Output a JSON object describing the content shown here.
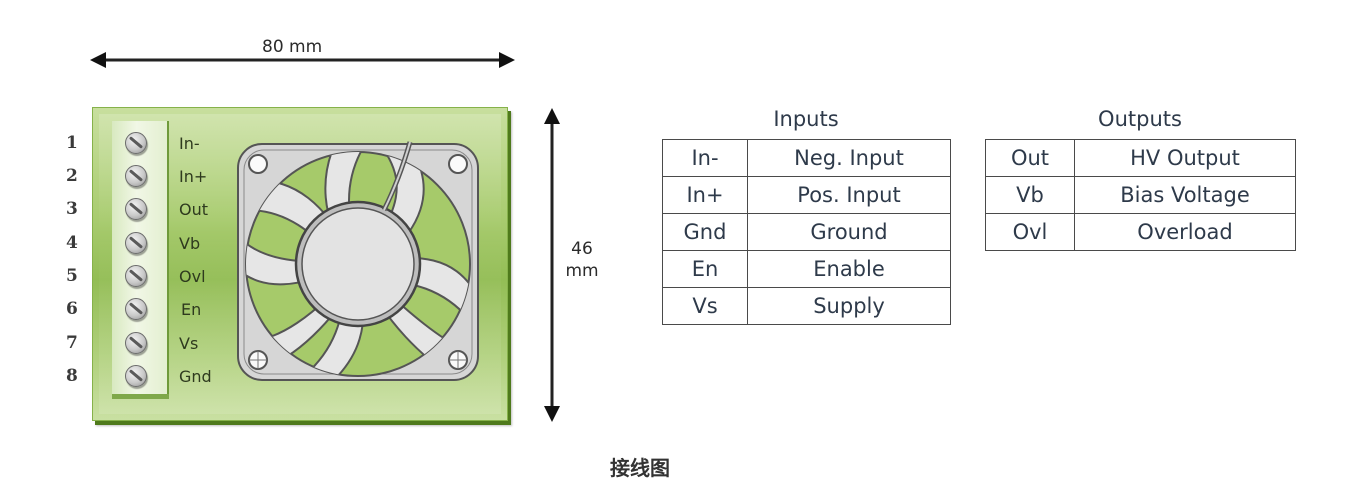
{
  "dimensions": {
    "width_label": "80 mm",
    "height_value": "46",
    "height_unit": "mm"
  },
  "pins": [
    {
      "number": "1",
      "label": "In-"
    },
    {
      "number": "2",
      "label": "In+"
    },
    {
      "number": "3",
      "label": "Out"
    },
    {
      "number": "4",
      "label": "Vb"
    },
    {
      "number": "5",
      "label": "Ovl"
    },
    {
      "number": "6",
      "label": "En"
    },
    {
      "number": "7",
      "label": "Vs"
    },
    {
      "number": "8",
      "label": "Gnd"
    }
  ],
  "inputs": {
    "title": "Inputs",
    "rows": [
      {
        "pin": "In-",
        "desc": "Neg. Input"
      },
      {
        "pin": "In+",
        "desc": "Pos. Input"
      },
      {
        "pin": "Gnd",
        "desc": "Ground"
      },
      {
        "pin": "En",
        "desc": "Enable"
      },
      {
        "pin": "Vs",
        "desc": "Supply"
      }
    ]
  },
  "outputs": {
    "title": "Outputs",
    "rows": [
      {
        "pin": "Out",
        "desc": "HV Output"
      },
      {
        "pin": "Vb",
        "desc": "Bias Voltage"
      },
      {
        "pin": "Ovl",
        "desc": "Overload"
      }
    ]
  },
  "caption": "接线图",
  "colors": {
    "board_green": "#a9cc70",
    "board_edge": "#4f7a1c",
    "table_text": "#2e3a4a"
  }
}
